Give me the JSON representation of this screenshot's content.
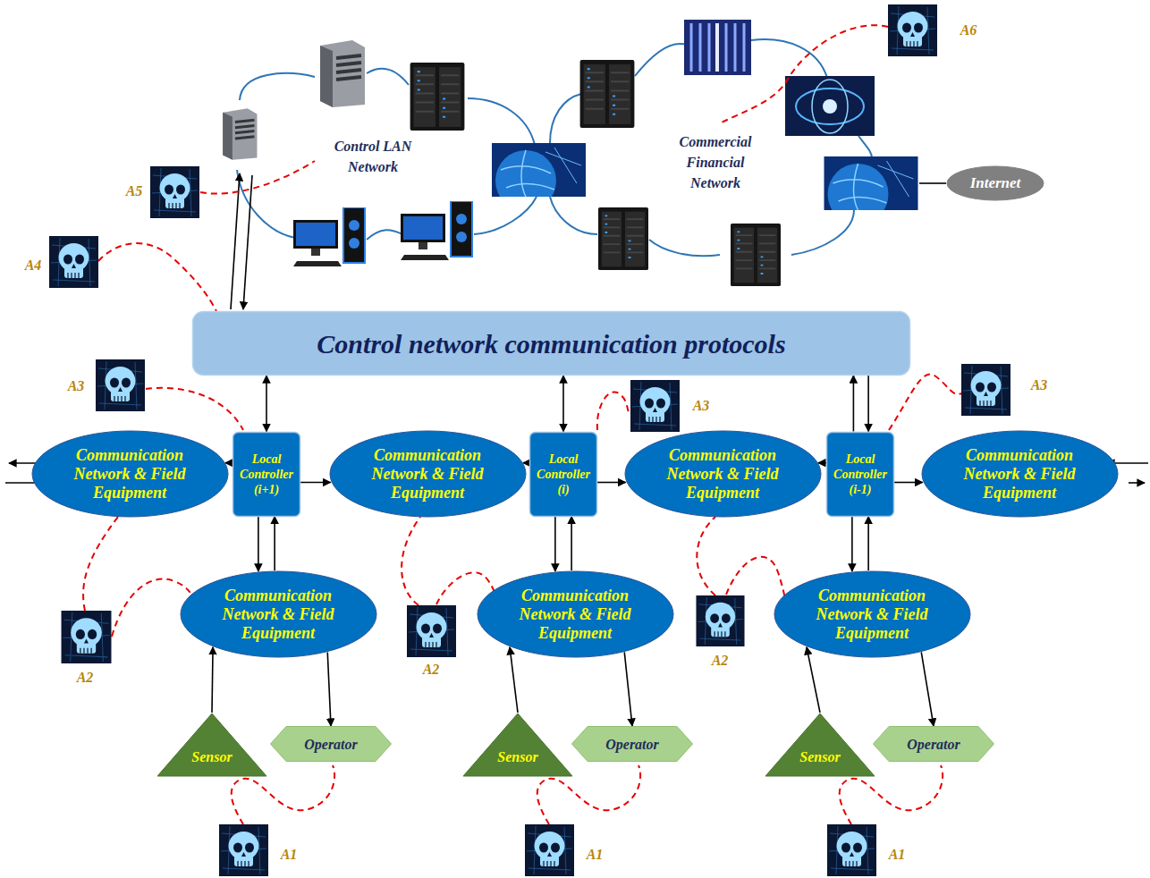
{
  "diagram": {
    "nodes": [
      {
        "text": [
          "Internet"
        ]
      },
      {
        "text": [
          "Control network communication protocols"
        ]
      },
      {
        "text": [
          "Communication Network & Field Equipment"
        ]
      },
      {
        "text": [
          "Local Controller (i+1)"
        ]
      },
      {
        "text": [
          "Communication Network & Field Equipment"
        ]
      },
      {
        "text": [
          "Local Controller (i)"
        ]
      },
      {
        "text": [
          "Communication Network & Field Equipment"
        ]
      },
      {
        "text": [
          "Local Controller (i-1)"
        ]
      },
      {
        "text": [
          "Communication Network & Field Equipment"
        ]
      },
      {
        "text": [
          "Communication Network & Field Equipment"
        ]
      },
      {
        "text": [
          "Communication Network & Field Equipment"
        ]
      },
      {
        "text": [
          "Communication Network & Field Equipment"
        ]
      },
      {
        "text": [
          "Sensor"
        ]
      },
      {
        "text": [
          "Operator"
        ]
      },
      {
        "text": [
          "Sensor"
        ]
      },
      {
        "text": [
          "Operator"
        ]
      },
      {
        "text": [
          "Sensor"
        ]
      },
      {
        "text": [
          "Operator"
        ]
      }
    ],
    "edges": [
      {
        "from": 3,
        "to": 1,
        "arrow": "both"
      },
      {
        "from": 5,
        "to": 1,
        "arrow": "both"
      },
      {
        "from": 7,
        "to": 1,
        "arrow": "to"
      },
      {
        "from": 1,
        "to": 7,
        "arrow": "to"
      },
      {
        "from": 3,
        "to": 2,
        "arrow": "to"
      },
      {
        "from": 3,
        "to": 4,
        "arrow": "to"
      },
      {
        "from": 5,
        "to": 4,
        "arrow": "to"
      },
      {
        "from": 5,
        "to": 6,
        "arrow": "to"
      },
      {
        "from": 7,
        "to": 6,
        "arrow": "to"
      },
      {
        "from": 7,
        "to": 8,
        "arrow": "to"
      },
      {
        "from": 3,
        "to": 9,
        "arrow": "to"
      },
      {
        "from": 9,
        "to": 3,
        "arrow": "to"
      },
      {
        "from": 5,
        "to": 10,
        "arrow": "to"
      },
      {
        "from": 10,
        "to": 5,
        "arrow": "to"
      },
      {
        "from": 7,
        "to": 11,
        "arrow": "to"
      },
      {
        "from": 11,
        "to": 7,
        "arrow": "to"
      },
      {
        "from": 12,
        "to": 9,
        "arrow": "to"
      },
      {
        "from": 9,
        "to": 13,
        "arrow": "to"
      },
      {
        "from": 14,
        "to": 10,
        "arrow": "to"
      },
      {
        "from": 10,
        "to": 15,
        "arrow": "to"
      },
      {
        "from": 16,
        "to": 11,
        "arrow": "to"
      },
      {
        "from": 11,
        "to": 17,
        "arrow": "to"
      }
    ],
    "labels": [
      "A6",
      "Control LAN Network",
      "Commercial Financial Network",
      "A5",
      "A4",
      "A3",
      "A3",
      "A3",
      "A2",
      "A2",
      "A2",
      "A1",
      "A1",
      "A1"
    ]
  }
}
